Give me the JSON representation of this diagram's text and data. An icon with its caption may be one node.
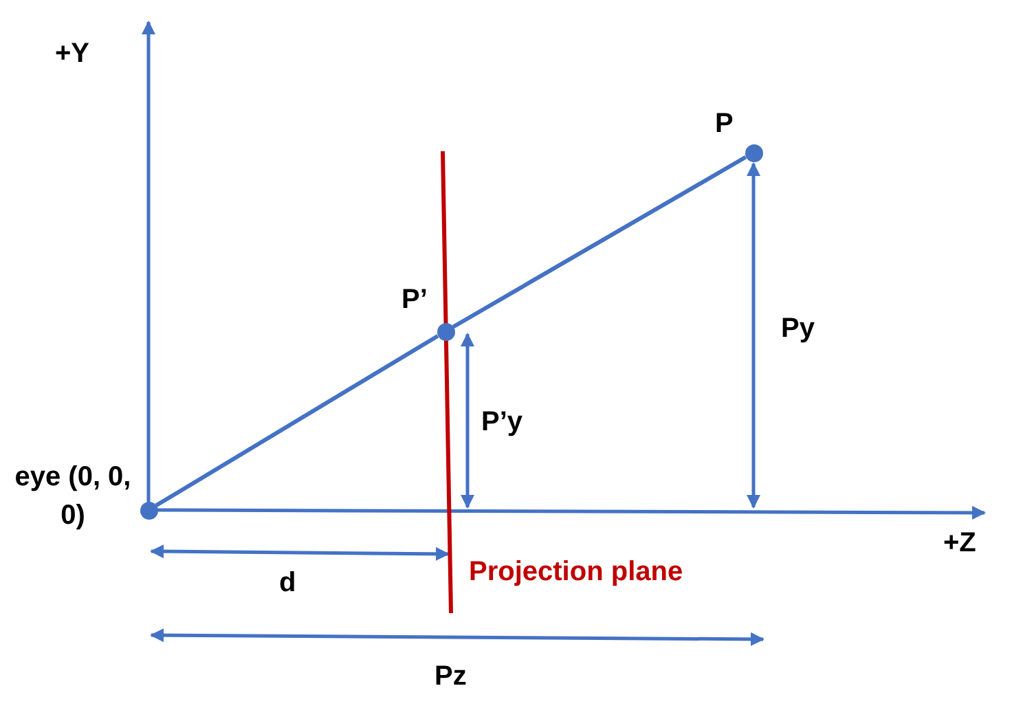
{
  "diagram": {
    "nodes": [
      {
        "text": [],
        "shape": "circle",
        "beside": [
          "eye (0, 0, 0)"
        ]
      },
      {
        "text": [],
        "shape": "circle",
        "beside": [
          "P’"
        ]
      },
      {
        "text": [],
        "shape": "circle",
        "beside": [
          "P"
        ]
      }
    ],
    "edges": [
      {
        "from": 0,
        "to": 1,
        "arrow": "none"
      },
      {
        "from": 1,
        "to": 2,
        "arrow": "none"
      }
    ],
    "labels": [
      "+Y",
      "Py",
      "P’y",
      "+Z",
      "Projection plane",
      "d",
      "Pz"
    ]
  }
}
